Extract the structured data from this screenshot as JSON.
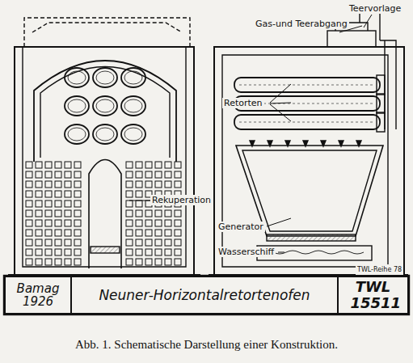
{
  "diagram": {
    "caption": "Abb. 1. Schematische Darstellung einer Konstruktion.",
    "nodes": [
      {
        "text": [
          "Bamag 1926"
        ]
      },
      {
        "text": [
          "Neuner-Horizontalretortenofen"
        ]
      },
      {
        "text": [
          "TWL 15511"
        ]
      }
    ],
    "labels": [
      "Teervorlage",
      "Gas-und Teerabgang",
      "Retorten",
      "Rekuperation",
      "Generator",
      "Wasserschiff",
      "TWL-Reihe 78"
    ]
  }
}
